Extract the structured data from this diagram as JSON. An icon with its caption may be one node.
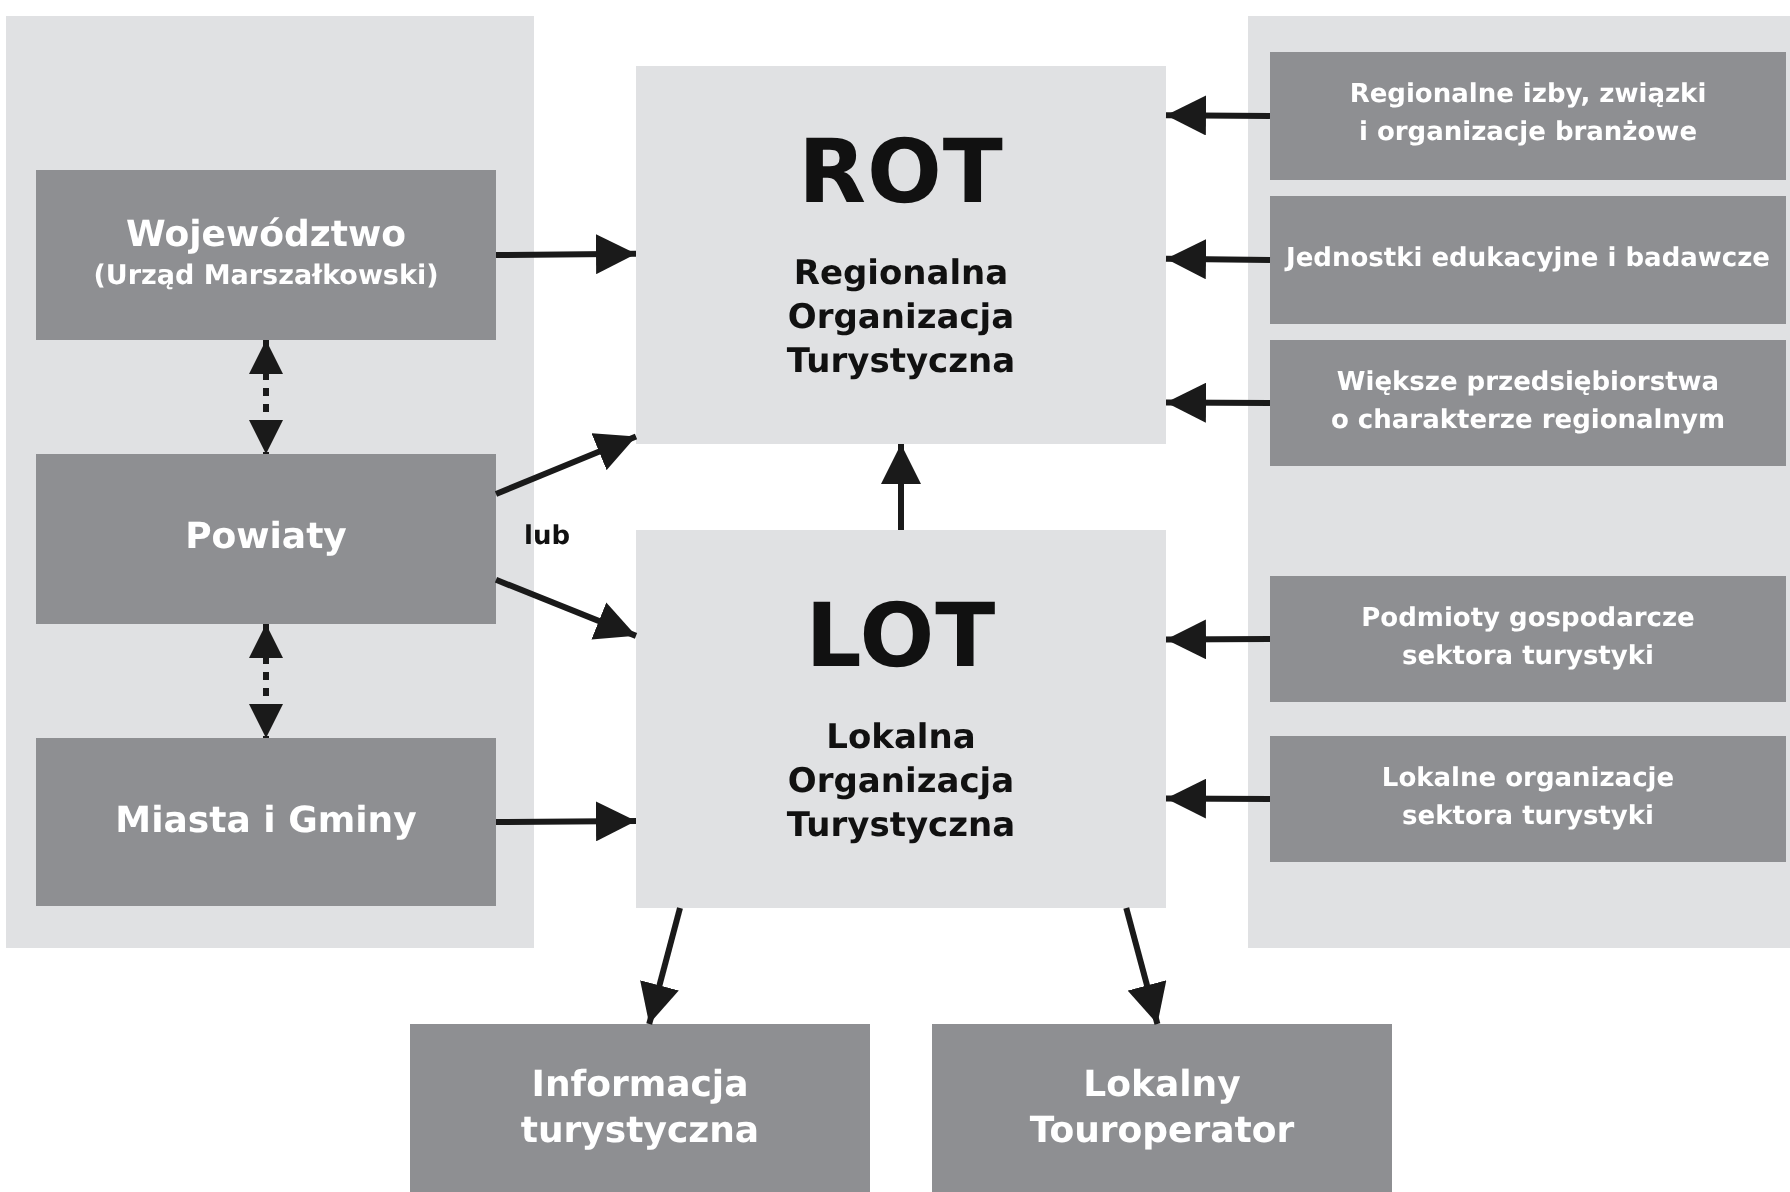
{
  "diagram": {
    "nodes": [
      {
        "text": [],
        "shape": "box"
      },
      {
        "text": [
          "Województwo",
          "(Urząd Marszałkowski)"
        ],
        "in": 0
      },
      {
        "text": [
          "Powiaty"
        ],
        "in": 0
      },
      {
        "text": [
          "Miasta i Gminy"
        ],
        "in": 0
      },
      {
        "text": [
          "ROT",
          "Regionalna Organizacja Turystyczna"
        ]
      },
      {
        "text": [
          "LOT",
          "Lokalna Organizacja Turystyczna"
        ]
      },
      {
        "text": [],
        "shape": "box"
      },
      {
        "text": [
          "Regionalne izby, związki i organizacje branżowe"
        ],
        "in": 6
      },
      {
        "text": [
          "Jednostki edukacyjne i badawcze"
        ],
        "in": 6
      },
      {
        "text": [
          "Większe przedsiębiorstwa o charakterze regionalnym"
        ],
        "in": 6
      },
      {
        "text": [
          "Podmioty gospodarcze sektora turystyki"
        ],
        "in": 6
      },
      {
        "text": [
          "Lokalne organizacje sektora turystyki"
        ],
        "in": 6
      },
      {
        "text": [
          "Informacja turystyczna"
        ]
      },
      {
        "text": [
          "Lokalny Touroperator"
        ]
      }
    ],
    "edges": [
      {
        "from": 1,
        "to": 4,
        "arrow": "to"
      },
      {
        "from": 1,
        "to": 2,
        "arrow": "both",
        "style": "dashed"
      },
      {
        "from": 2,
        "to": 4,
        "arrow": "to"
      },
      {
        "from": 2,
        "to": 5,
        "arrow": "to"
      },
      {
        "from": 2,
        "to": 3,
        "arrow": "both",
        "style": "dashed"
      },
      {
        "from": 3,
        "to": 5,
        "arrow": "to"
      },
      {
        "from": 5,
        "to": 4,
        "arrow": "to"
      },
      {
        "from": 7,
        "to": 4,
        "arrow": "to"
      },
      {
        "from": 8,
        "to": 4,
        "arrow": "to"
      },
      {
        "from": 9,
        "to": 4,
        "arrow": "to"
      },
      {
        "from": 10,
        "to": 5,
        "arrow": "to"
      },
      {
        "from": 11,
        "to": 5,
        "arrow": "to"
      },
      {
        "from": 5,
        "to": 12,
        "arrow": "to"
      },
      {
        "from": 5,
        "to": 13,
        "arrow": "to"
      }
    ],
    "labels": [
      "lub"
    ]
  }
}
